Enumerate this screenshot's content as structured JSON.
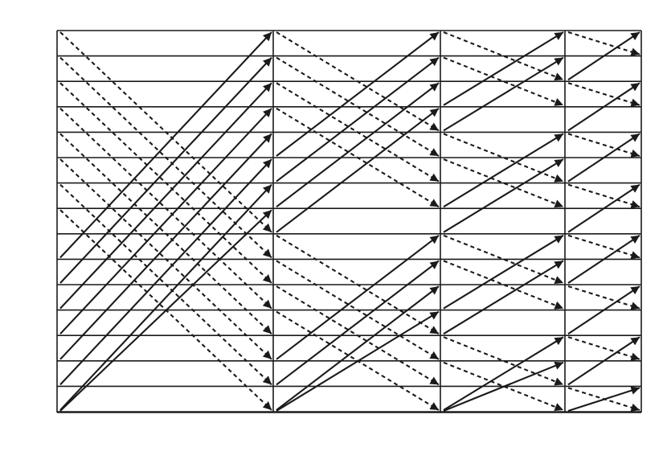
{
  "diagram": {
    "type": "butterfly-network",
    "rows": 16,
    "stages": 4,
    "colors": {
      "stroke": "#1a1a1a",
      "background": "#ffffff"
    },
    "line_styles": {
      "rows_and_stages": "solid",
      "upward_arrows": "solid",
      "downward_arrows": "dashed"
    }
  }
}
